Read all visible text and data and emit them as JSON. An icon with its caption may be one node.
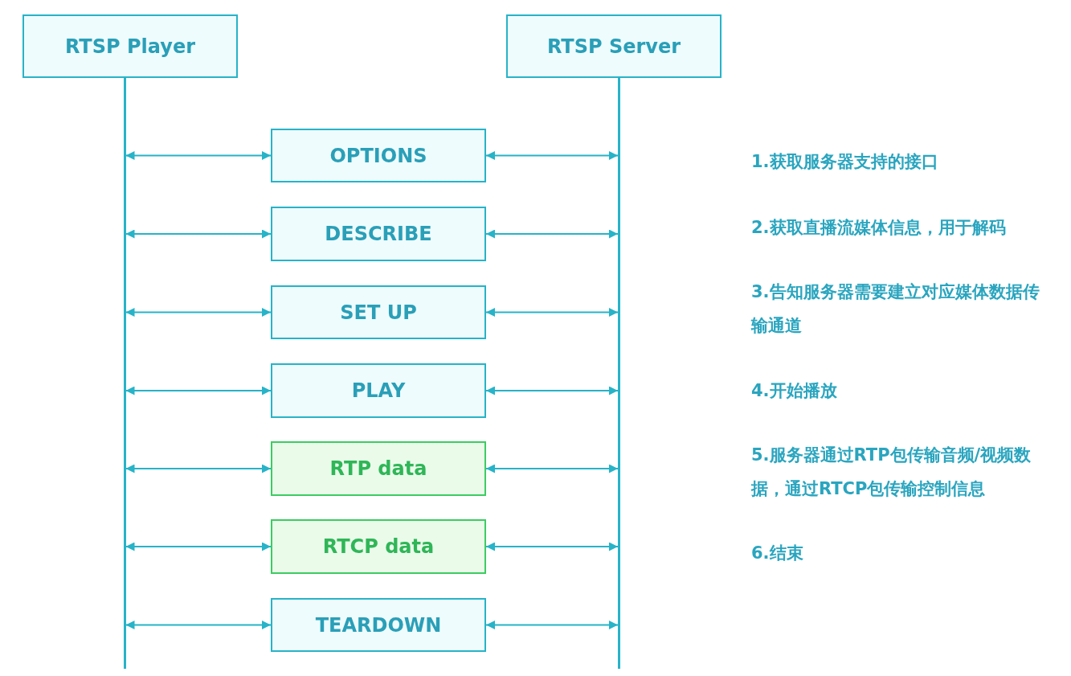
{
  "diagram": {
    "nodes": [
      {
        "text": [
          "RTSP Player"
        ]
      },
      {
        "text": [
          "RTSP Server"
        ]
      },
      {
        "text": [],
        "shape": "bar"
      },
      {
        "text": [],
        "shape": "bar"
      },
      {
        "text": [
          "OPTIONS"
        ]
      },
      {
        "text": [
          "DESCRIBE"
        ]
      },
      {
        "text": [
          "SET UP"
        ]
      },
      {
        "text": [
          "PLAY"
        ]
      },
      {
        "text": [
          "RTP data"
        ]
      },
      {
        "text": [
          "RTCP data"
        ]
      },
      {
        "text": [
          "TEARDOWN"
        ]
      }
    ],
    "edges": [
      {
        "from": 2,
        "to": 4,
        "arrow": "both"
      },
      {
        "from": 4,
        "to": 3,
        "arrow": "both"
      },
      {
        "from": 2,
        "to": 5,
        "arrow": "both"
      },
      {
        "from": 5,
        "to": 3,
        "arrow": "both"
      },
      {
        "from": 2,
        "to": 6,
        "arrow": "both"
      },
      {
        "from": 6,
        "to": 3,
        "arrow": "both"
      },
      {
        "from": 2,
        "to": 7,
        "arrow": "both"
      },
      {
        "from": 7,
        "to": 3,
        "arrow": "both"
      },
      {
        "from": 2,
        "to": 8,
        "arrow": "both"
      },
      {
        "from": 8,
        "to": 3,
        "arrow": "both"
      },
      {
        "from": 2,
        "to": 9,
        "arrow": "both"
      },
      {
        "from": 9,
        "to": 3,
        "arrow": "both"
      },
      {
        "from": 2,
        "to": 10,
        "arrow": "both"
      },
      {
        "from": 10,
        "to": 3,
        "arrow": "both"
      }
    ],
    "labels": [
      "1.获取服务器支持的接口",
      "2.获取直播流媒体信息，用于解码",
      "3.告知服务器需要建立对应媒体数据传输通道",
      "4.开始播放",
      "5.服务器通过RTP包传输音频/视频数据，通过RTCP包传输控制信息",
      "6.结束"
    ]
  }
}
